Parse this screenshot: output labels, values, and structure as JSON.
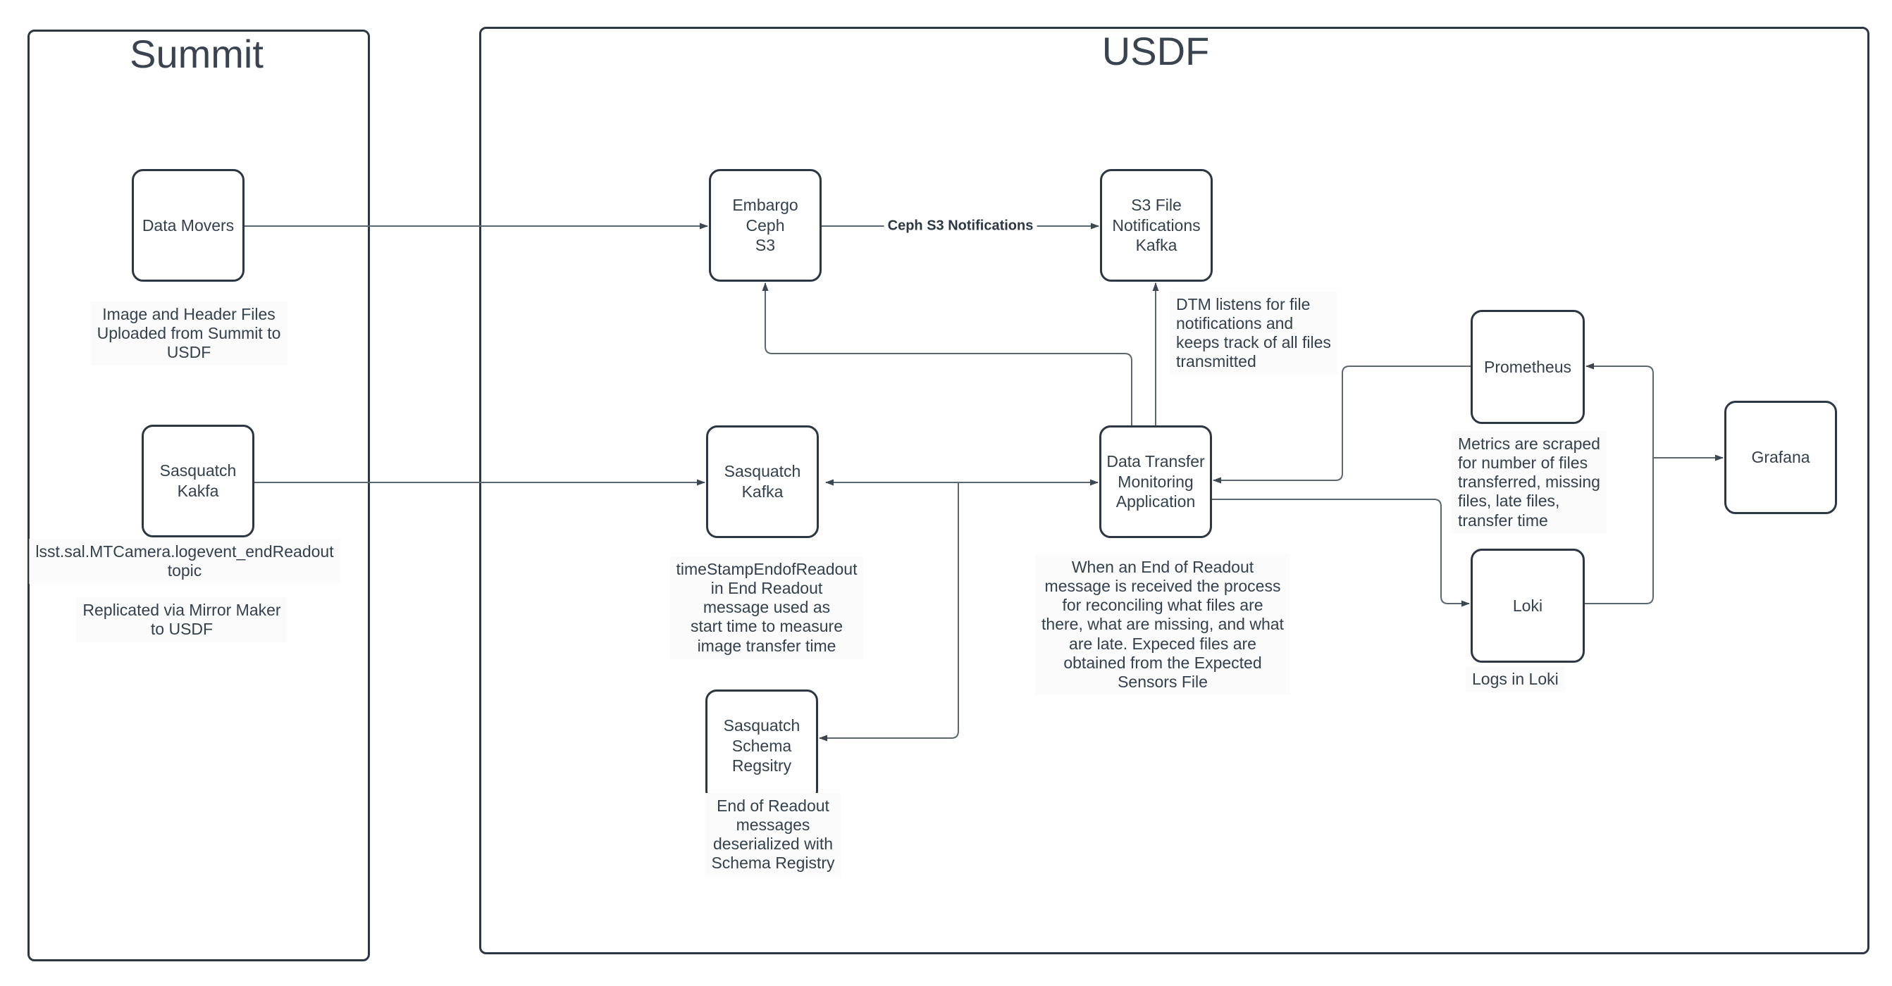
{
  "groups": {
    "summit": {
      "title": "Summit"
    },
    "usdf": {
      "title": "USDF"
    }
  },
  "boxes": [
    {
      "id": "data-movers",
      "label": "Data Movers"
    },
    {
      "id": "sasquatch-kakfa-summit",
      "label": "Sasquatch\nKakfa"
    },
    {
      "id": "embargo-ceph-s3",
      "label": "Embargo Ceph\nS3"
    },
    {
      "id": "s3-file-notifications-kafka",
      "label": "S3 File\nNotifications\nKafka"
    },
    {
      "id": "sasquatch-kafka-usdf",
      "label": "Sasquatch\nKafka"
    },
    {
      "id": "data-transfer-monitoring-application",
      "label": "Data Transfer\nMonitoring\nApplication"
    },
    {
      "id": "prometheus",
      "label": "Prometheus"
    },
    {
      "id": "grafana",
      "label": "Grafana"
    },
    {
      "id": "loki",
      "label": "Loki"
    },
    {
      "id": "sasquatch-schema-regsitry",
      "label": "Sasquatch\nSchema\nRegsitry"
    }
  ],
  "edge_labels": {
    "ceph_s3_notifications": "Ceph S3 Notifications"
  },
  "annotations": [
    {
      "id": "image-header-upload",
      "text": "Image and Header Files\nUploaded from Summit to\nUSDF"
    },
    {
      "id": "endreadout-topic",
      "text": "lsst.sal.MTCamera.logevent_endReadout\ntopic"
    },
    {
      "id": "mirror-maker",
      "text": "Replicated via Mirror Maker\nto USDF"
    },
    {
      "id": "timestamp-endreadout",
      "text": "timeStampEndofReadout\nin End Readout\nmessage used as\nstart time to measure\nimage transfer time"
    },
    {
      "id": "reconcile-process",
      "text": "When an End of Readout\nmessage is received the process\nfor reconciling what files are\nthere, what are missing, and what\nare late. Expeced files are\nobtained from the Expected\nSensors File"
    },
    {
      "id": "dtm-listens",
      "text": "DTM listens for file\nnotifications and\nkeeps track of all files\ntransmitted"
    },
    {
      "id": "metrics-scraped",
      "text": "Metrics are scraped\nfor number of files\ntransferred, missing\nfiles, late files,\ntransfer time"
    },
    {
      "id": "logs-in-loki",
      "text": "Logs in Loki"
    },
    {
      "id": "schema-deserialized",
      "text": "End of Readout\nmessages\ndeserialized with\nSchema Registry"
    }
  ],
  "colors": {
    "node_border": "#2d3744",
    "text": "#33404d",
    "connector": "#5c6670",
    "arrowhead": "#3d4751",
    "background": "#ffffff"
  }
}
